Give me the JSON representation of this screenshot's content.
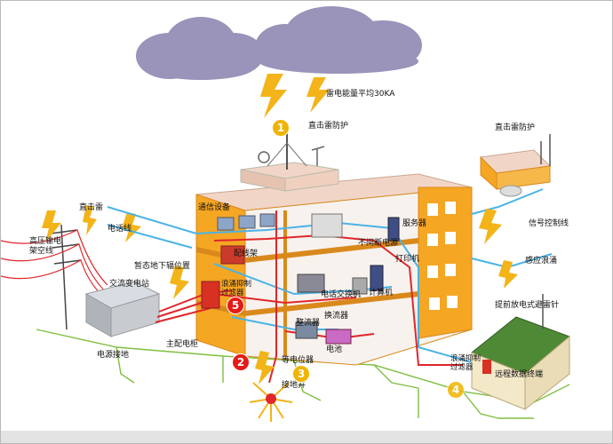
{
  "labels": {
    "lightning_energy": "雷电能量平均30KA",
    "direct_strike_protection_main": "直击雷防护",
    "direct_strike_protection_right": "直击雷防护",
    "direct_lightning": "直击雷",
    "phone_line": "电话线",
    "hv_overhead_line": "高压输电\n架空线",
    "temp_underground": "暂态地下辐位置",
    "ac_substation": "交流变电站",
    "main_distribution_cabinet": "主配电柜",
    "power_grounding": "电源接地",
    "equipotential": "等电位器",
    "grounding_well": "接地井",
    "comm_equipment": "通信设备",
    "distribution_frame": "配线架",
    "surge_suppressor_filter_left": "浪涌抑制\n过滤器",
    "rectifier": "整流器",
    "server": "服务器",
    "ups": "不间断电源",
    "printer": "打印机",
    "phone_exchange": "电话交换机",
    "computer": "计算机",
    "converter": "换流器",
    "battery": "电池",
    "signal_control_line": "信号控制线",
    "induced_surge": "感应浪涌",
    "early_streamer_rod": "提前放电式避雷针",
    "surge_suppressor_filter_right": "浪涌抑制\n过滤器",
    "remote_data_terminal": "远程数据终端"
  },
  "badges": {
    "b1": "1",
    "b2": "2",
    "b3": "3",
    "b4": "4",
    "b5": "5"
  },
  "colors": {
    "cloud": "#9a93ba",
    "building_wall": "#f5a623",
    "building_roof": "#f1d6c8",
    "bolt": "#f3b41a",
    "signal_line": "#4ab3e6",
    "power_line": "#e0262a",
    "ground_line": "#7fbf3f"
  }
}
